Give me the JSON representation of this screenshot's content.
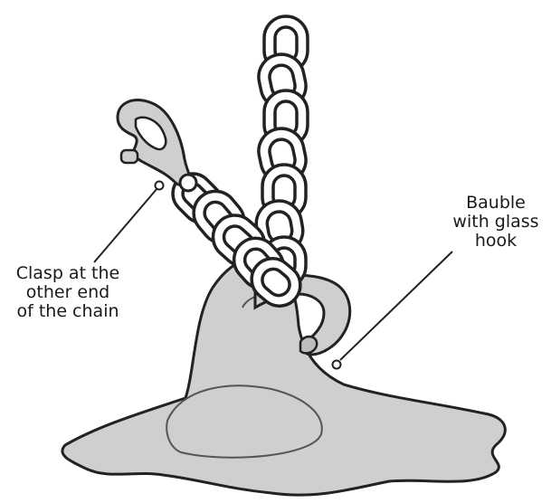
{
  "labels": {
    "clasp": {
      "line1": "Clasp at the",
      "line2": "other end",
      "line3": "of the chain"
    },
    "bauble": {
      "line1": "Bauble",
      "line2": "with  glass",
      "line3": "hook"
    }
  },
  "colors": {
    "fill_gray": "#cfcfcf",
    "line": "#222222",
    "background": "#ffffff"
  }
}
